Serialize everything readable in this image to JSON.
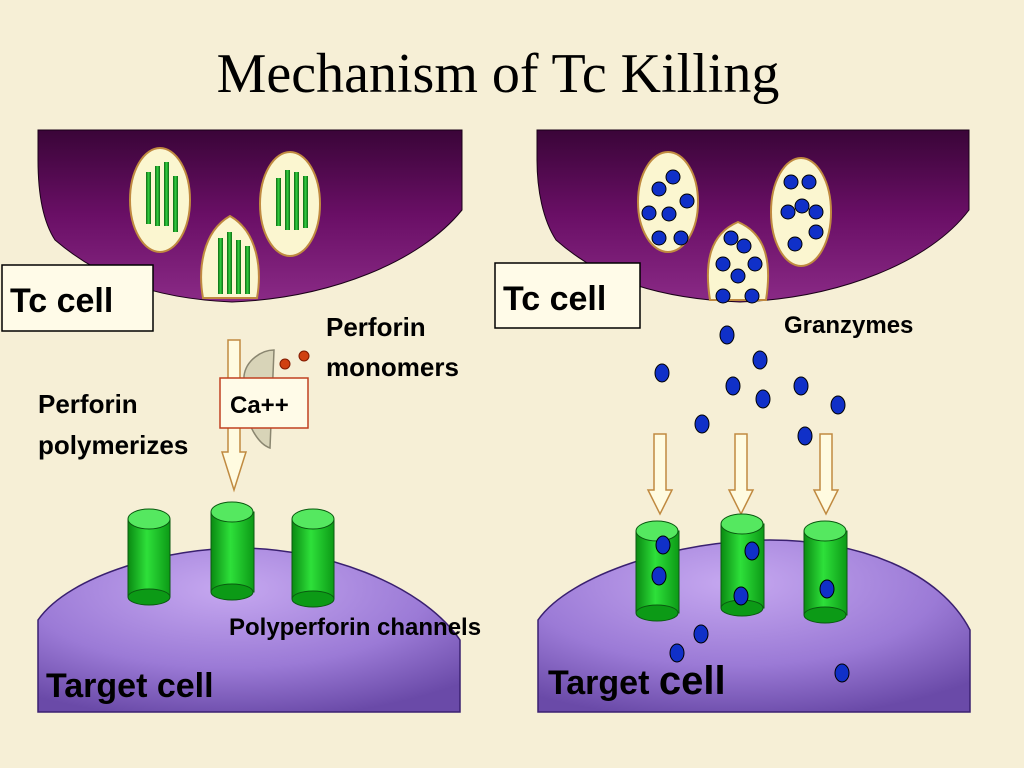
{
  "title": "Mechanism of Tc Killing",
  "left_panel": {
    "tc_cell_label": "Tc cell",
    "perforin_monomers_line1": "Perforin",
    "perforin_monomers_line2": "monomers",
    "perforin_polymerizes_line1": "Perforin",
    "perforin_polymerizes_line2": "polymerizes",
    "calcium_label": "Ca++",
    "channels_label": "Polyperforin channels",
    "target_cell_label": "Target cell"
  },
  "right_panel": {
    "tc_cell_label": "Tc cell",
    "granzymes_label": "Granzymes",
    "target_cell_label_part1": "Target ",
    "target_cell_label_part2": "cell"
  },
  "colors": {
    "background": "#f6efd6",
    "tc_cell": "#5a0a55",
    "target_cell": "#9b7ad6",
    "granule": "#fbf6d0",
    "channel_green": "#1fbf2a",
    "granzyme_blue": "#1030c8",
    "perforin_monomer_red": "#d04010"
  }
}
